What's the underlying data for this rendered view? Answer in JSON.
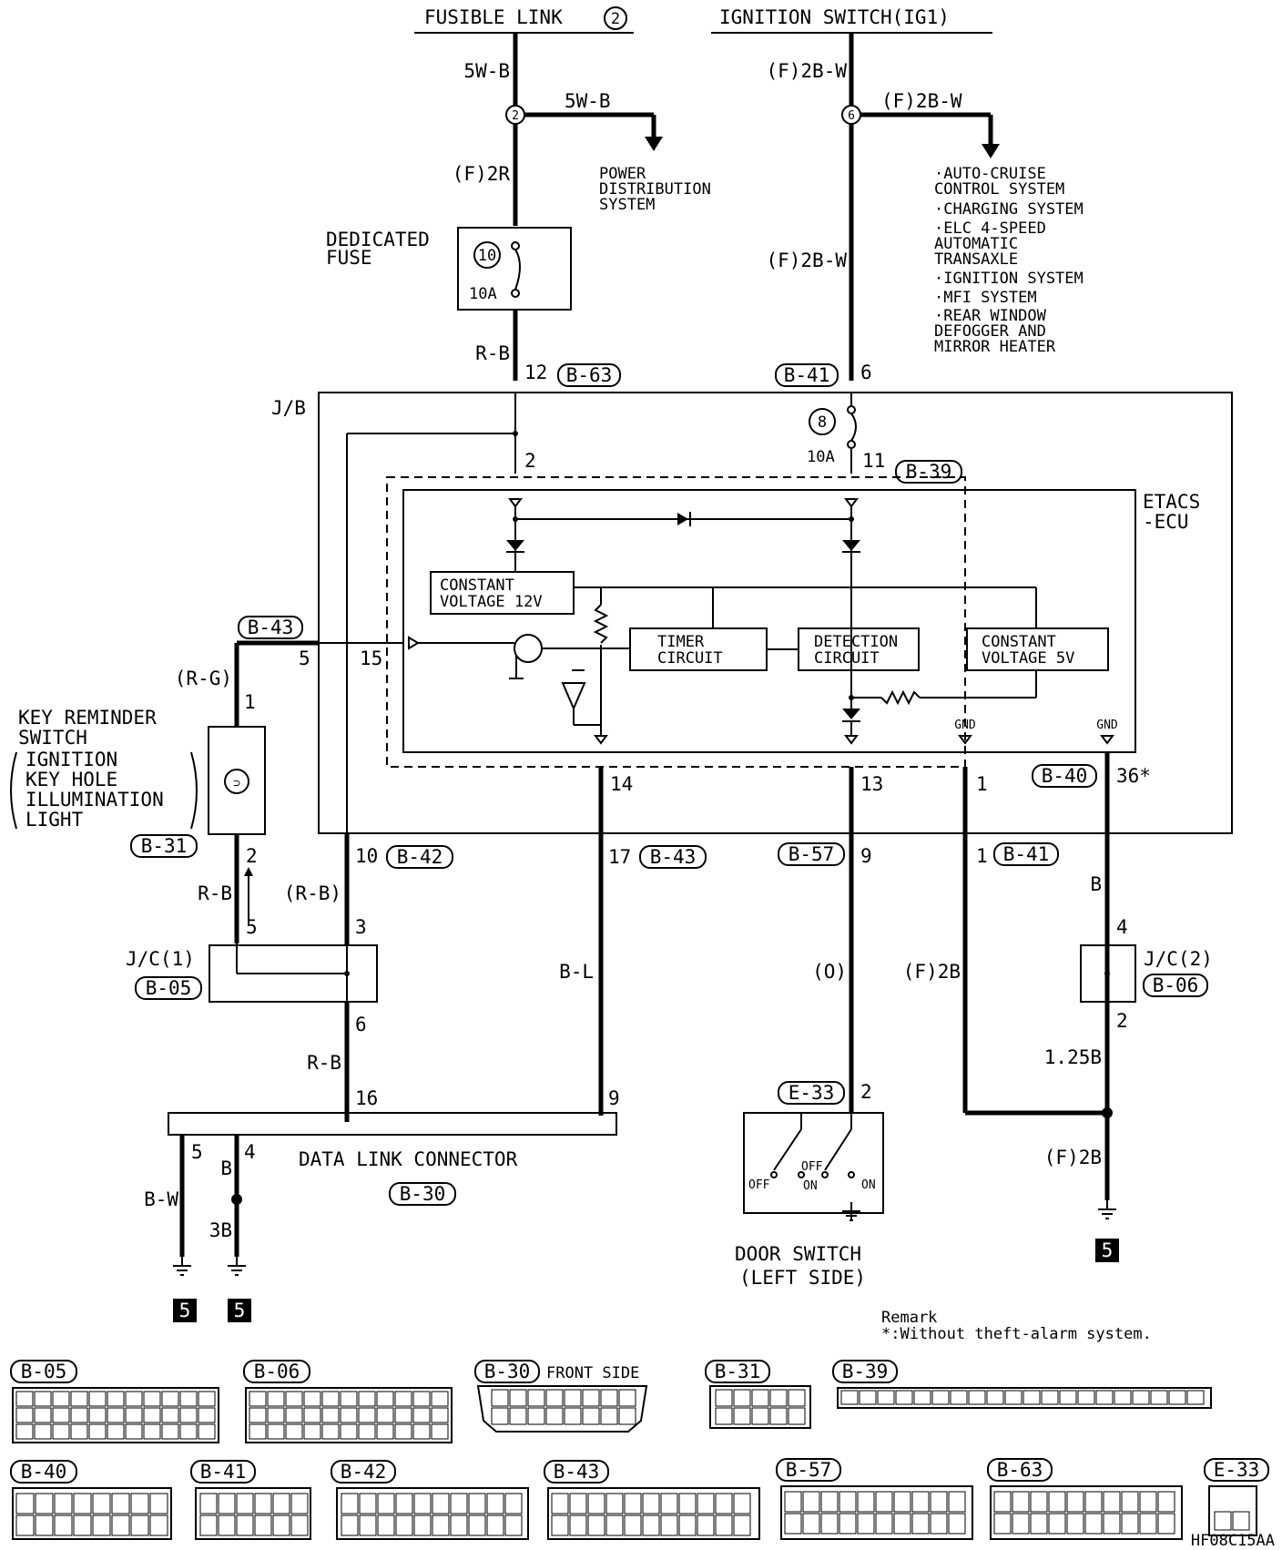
{
  "sources": {
    "fusible_link": "FUSIBLE LINK",
    "fusible_link_num": "2",
    "ignition": "IGNITION SWITCH(IG1)"
  },
  "wires": {
    "w5wb_top": "5W-B",
    "w5wb_branch": "5W-B",
    "f2r": "(F)2R",
    "rb_fuse": "R-B",
    "f2bw_top": "(F)2B-W",
    "f2bw_branch": "(F)2B-W",
    "f2bw_mid": "(F)2B-W",
    "rg": "(R-G)",
    "rb_left": "R-B",
    "rb_paren": "(R-B)",
    "rb_lower": "R-B",
    "bl": "B-L",
    "o": "(O)",
    "f2b_mid": "(F)2B",
    "b_right": "B",
    "b125": "1.25B",
    "f2b_low": "(F)2B",
    "bw": "B-W",
    "b4": "B",
    "b3": "3B"
  },
  "splices": {
    "left": "2",
    "right": "6"
  },
  "power_dist": [
    "POWER",
    "DISTRIBUTION",
    "SYSTEM"
  ],
  "systems": [
    "·AUTO-CRUISE",
    " CONTROL SYSTEM",
    "·CHARGING SYSTEM",
    "·ELC 4-SPEED",
    " AUTOMATIC",
    " TRANSAXLE",
    "·IGNITION SYSTEM",
    "·MFI SYSTEM",
    "·REAR WINDOW",
    " DEFOGGER AND",
    " MIRROR HEATER"
  ],
  "dedicated_fuse": {
    "title1": "DEDICATED",
    "title2": "FUSE",
    "num": "10",
    "amp": "10A"
  },
  "jb": {
    "label": "J/B",
    "fuse_num": "8",
    "fuse_amp": "10A"
  },
  "ecu": {
    "label1": "ETACS",
    "label2": "-ECU",
    "cv12_1": "CONSTANT",
    "cv12_2": "VOLTAGE 12V",
    "timer1": "TIMER",
    "timer2": "CIRCUIT",
    "det1": "DETECTION",
    "det2": "CIRCUIT",
    "cv5_1": "CONSTANT",
    "cv5_2": "VOLTAGE 5V",
    "gnd": "GND"
  },
  "connectors": {
    "b63": "B-63",
    "b41": "B-41",
    "b39": "B-39",
    "b43": "B-43",
    "b31": "B-31",
    "b42": "B-42",
    "b57": "B-57",
    "b40": "B-40",
    "b05": "B-05",
    "b06": "B-06",
    "b30": "B-30",
    "e33": "E-33"
  },
  "pins": {
    "p12": "12",
    "p6": "6",
    "p2": "2",
    "p11": "11",
    "p5": "5",
    "p15": "15",
    "p14": "14",
    "p13": "13",
    "p1": "1",
    "p36": "36*",
    "p10": "10",
    "p17": "17",
    "p9": "9",
    "p1b": "1",
    "p4": "4",
    "p2c": "2",
    "p3": "3",
    "p5b": "5",
    "p6b": "6",
    "p16": "16",
    "p9b": "9",
    "p2e": "2",
    "p1k": "1",
    "p2k": "2",
    "p5d": "5",
    "p4d": "4"
  },
  "key_reminder": [
    "KEY REMINDER",
    "SWITCH",
    "IGNITION",
    "KEY HOLE",
    "ILLUMINATION",
    "LIGHT"
  ],
  "jc1": "J/C(1)",
  "jc2": "J/C(2)",
  "dlc": "DATA LINK CONNECTOR",
  "door": {
    "l1": "DOOR SWITCH",
    "l2": "(LEFT SIDE)",
    "off1": "OFF",
    "off2": "OFF",
    "on1": "ON",
    "on2": "ON"
  },
  "ground_num": "5",
  "remark": {
    "title": "Remark",
    "text": "*:Without theft-alarm system."
  },
  "legend": {
    "b05": "B-05",
    "b06": "B-06",
    "b30": "B-30",
    "b30_note": "FRONT SIDE",
    "b31": "B-31",
    "b39": "B-39",
    "b40": "B-40",
    "b41": "B-41",
    "b42": "B-42",
    "b43": "B-43",
    "b57": "B-57",
    "b63": "B-63",
    "e33": "E-33"
  },
  "code": "HF08C15AA"
}
